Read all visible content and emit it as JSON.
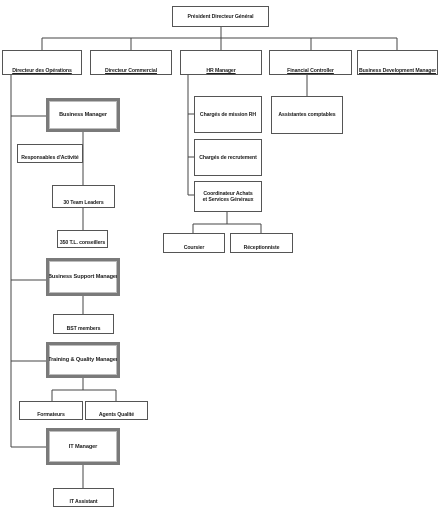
{
  "org": {
    "root": "Président Directeur Général",
    "departments": {
      "ops": "Directeur des Opérations",
      "commercial": "Directeur Commercial",
      "hr": "HR Manager",
      "finance": "Financial Controller",
      "bizdev": "Business Development Manager"
    },
    "ops": {
      "business_manager": "Business Manager",
      "responsables": "Responsables d'Activité",
      "team_leaders": "30 Team Leaders",
      "conseillers": "350 T.L. conseillers",
      "business_support_manager": "Business Support Manager",
      "bst_members": "BST members",
      "training_quality_manager": "Training & Quality Manager",
      "formateurs": "Formateurs",
      "agents_qualite": "Agents Qualité",
      "it_manager": "IT Manager",
      "it_assistant": "IT Assistant"
    },
    "hr": {
      "charge_admin_rh": "Chargés de mission RH",
      "charge_recrutement": "Chargés de recrutement",
      "coordinateur_line1": "Coordinateur Achats",
      "coordinateur_line2": "et Services Généraux",
      "coursier": "Coursier",
      "receptionniste": "Réceptionniste"
    },
    "finance": {
      "assistantes": "Assistantes comptables"
    }
  }
}
